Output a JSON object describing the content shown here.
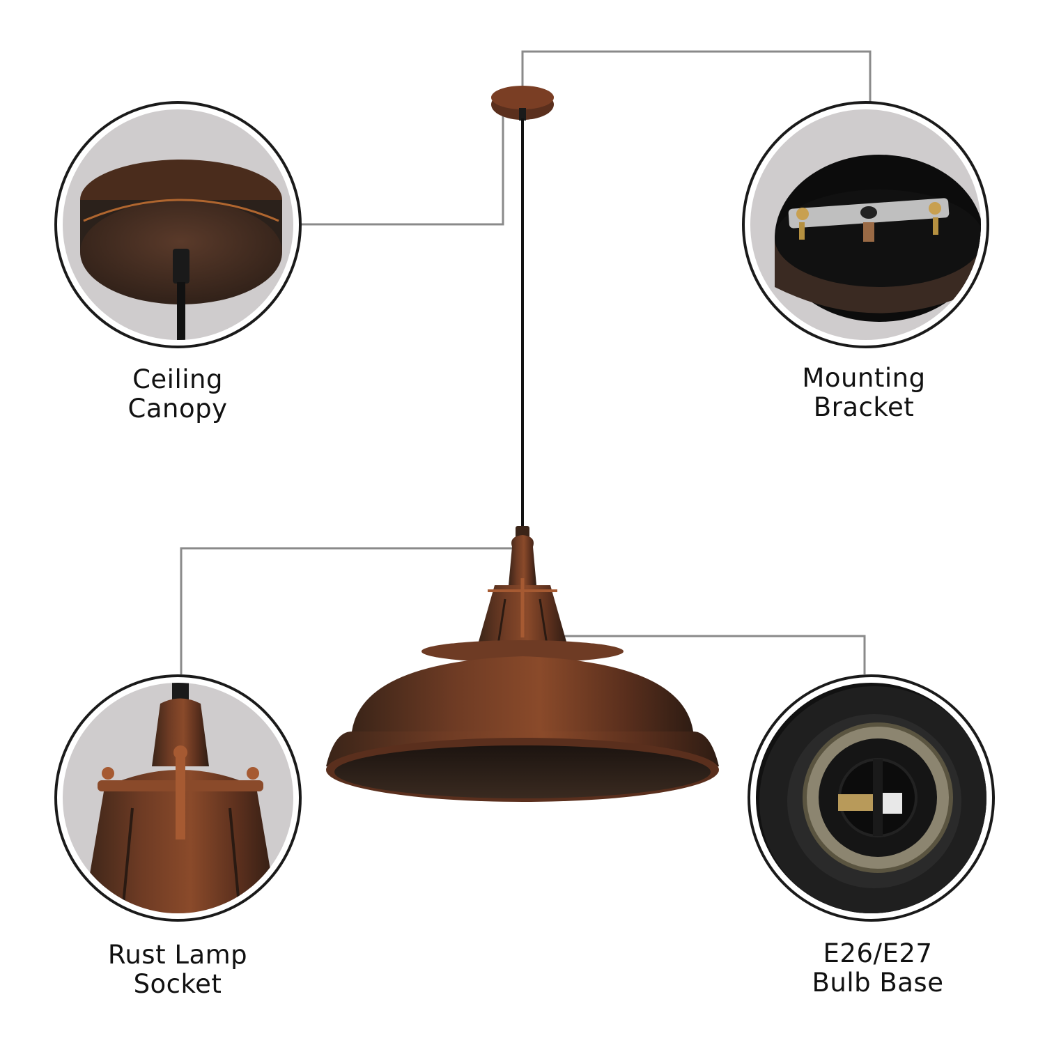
{
  "product": "Rust pendant light with callout details",
  "callouts": [
    {
      "id": "ceiling-canopy",
      "lines": [
        "Ceiling",
        "Canopy"
      ]
    },
    {
      "id": "mounting-bracket",
      "lines": [
        "Mounting",
        "Bracket"
      ]
    },
    {
      "id": "rust-lamp-socket",
      "lines": [
        "Rust Lamp",
        "Socket"
      ]
    },
    {
      "id": "bulb-base",
      "lines": [
        "E26/E27",
        "Bulb Base"
      ]
    }
  ],
  "colors": {
    "background": "#ffffff",
    "circle_border": "#1a1a1a",
    "circle_fill": "#cfcccd",
    "connector": "#8a8a8a",
    "rust_dark": "#3b2a22",
    "rust_mid": "#6e3b24",
    "rust_light": "#a65a32",
    "socket_black": "#121212"
  }
}
